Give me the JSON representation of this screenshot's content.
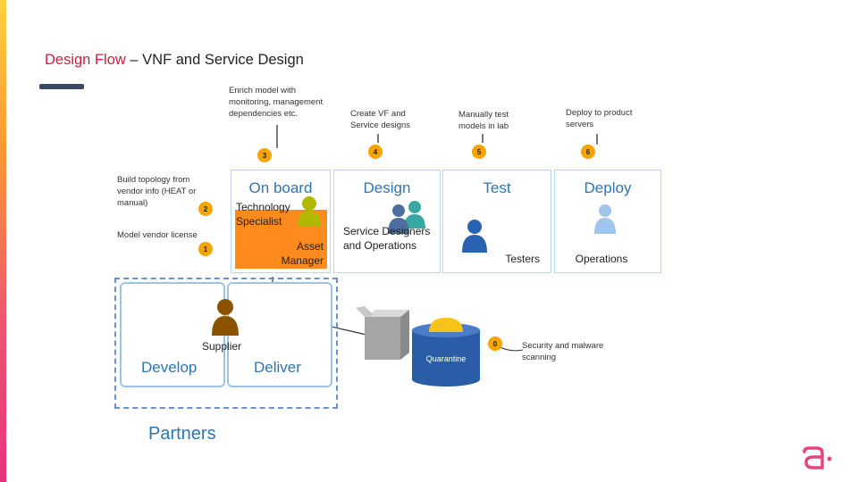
{
  "title": {
    "part1": "Design Flow",
    "part2": " – VNF and Service Design"
  },
  "notes": {
    "enrich": "Enrich model with monitoring, management dependencies etc.",
    "create": "Create VF and Service designs",
    "manual": "Manually test models in lab",
    "deploy": "Deploy to product servers",
    "build": "Build topology from vendor info (HEAT or manual)",
    "license": "Model vendor license",
    "security": "Security and malware scanning"
  },
  "steps": {
    "s0": "0",
    "s1": "1",
    "s2": "2",
    "s3": "3",
    "s4": "4",
    "s5": "5",
    "s6": "6"
  },
  "stages": {
    "onboard": "On board",
    "design": "Design",
    "test": "Test",
    "deploy": "Deploy",
    "develop": "Develop",
    "deliver": "Deliver"
  },
  "roles": {
    "tech": "Technology Specialist",
    "asset": "Asset Manager",
    "designers": "Service Designers and Operations",
    "testers": "Testers",
    "operations": "Operations",
    "supplier": "Supplier"
  },
  "quarantine": "Quarantine",
  "partners": "Partners",
  "colors": {
    "accent_red": "#d11d3a",
    "stage_blue": "#2e75b6",
    "badge_orange": "#f7a300",
    "onboard_orange": "#ff8a1e"
  }
}
